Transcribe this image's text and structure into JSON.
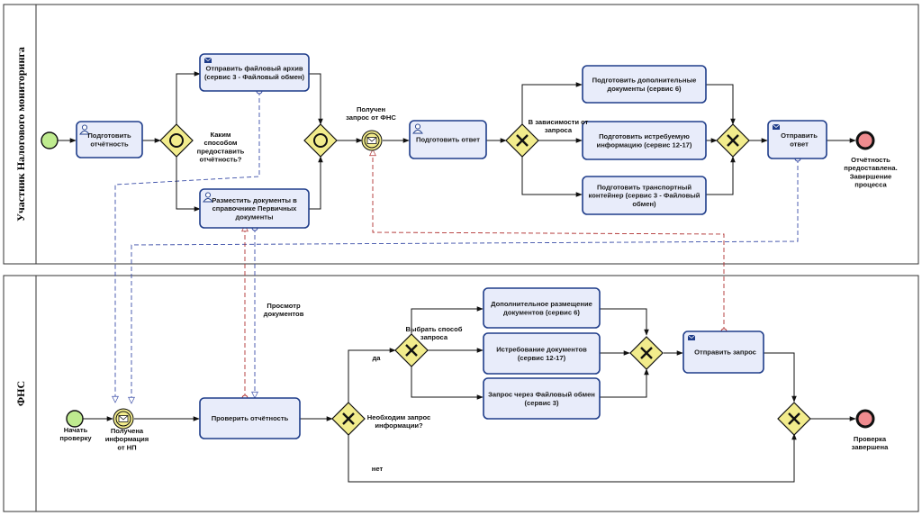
{
  "pools": {
    "participant": {
      "title": "Участник Налогового мониторинга"
    },
    "fns": {
      "title": "ФНС"
    }
  },
  "tasks": {
    "prepare_report": {
      "lines": [
        "Подготовить",
        "отчётность"
      ],
      "type": "user"
    },
    "send_archive": {
      "lines": [
        "Отправить файловый архив",
        "(сервис 3 - Файловый обмен)"
      ],
      "type": "send"
    },
    "place_docs": {
      "lines": [
        "Разместить документы в",
        "справочнике Первичных",
        "документы"
      ],
      "type": "user"
    },
    "prepare_answer": {
      "lines": [
        "Подготовить ответ"
      ],
      "type": "user"
    },
    "prepare_additional": {
      "lines": [
        "Подготовить дополнительные",
        "документы (сервис 6)"
      ],
      "type": "plain"
    },
    "prepare_requested": {
      "lines": [
        "Подготовить истребуемую",
        "информацию (сервис 12-17)"
      ],
      "type": "plain"
    },
    "prepare_container": {
      "lines": [
        "Подготовить транспортный",
        "контейнер (сервис 3 - Файловый",
        "обмен)"
      ],
      "type": "plain"
    },
    "send_answer": {
      "lines": [
        "Отправить",
        "ответ"
      ],
      "type": "send"
    },
    "check_report": {
      "lines": [
        "Проверить отчётность"
      ],
      "type": "plain"
    },
    "additional_placement": {
      "lines": [
        "Дополнительное размещение",
        "документов (сервис 6)"
      ],
      "type": "plain"
    },
    "demand_docs": {
      "lines": [
        "Истребование документов",
        "(сервис 12-17)"
      ],
      "type": "plain"
    },
    "file_exchange_request": {
      "lines": [
        "Запрос через Файловый обмен",
        "(сервис 3)"
      ],
      "type": "plain"
    },
    "send_request": {
      "lines": [
        "Отправить запрос"
      ],
      "type": "send"
    }
  },
  "annotations": {
    "how_report": [
      "Каким",
      "способом",
      "предоставить",
      "отчётность?"
    ],
    "received_request": [
      "Получен",
      "запрос от ФНС"
    ],
    "depending_request": [
      "В зависимости от",
      "запроса"
    ],
    "report_provided": [
      "Отчётность",
      "предоставлена.",
      "Завершение",
      "процесса"
    ],
    "view_docs": [
      "Просмотр",
      "документов"
    ],
    "choose_method": [
      "Выбрать способ",
      "запроса"
    ],
    "yes": [
      "да"
    ],
    "no": [
      "нет"
    ],
    "need_request": [
      "Необходим запрос",
      "информации?"
    ],
    "start_check": [
      "Начать",
      "проверку"
    ],
    "received_info": [
      "Получена",
      "информация",
      "от НП"
    ],
    "check_done": [
      "Проверка",
      "завершена"
    ]
  }
}
